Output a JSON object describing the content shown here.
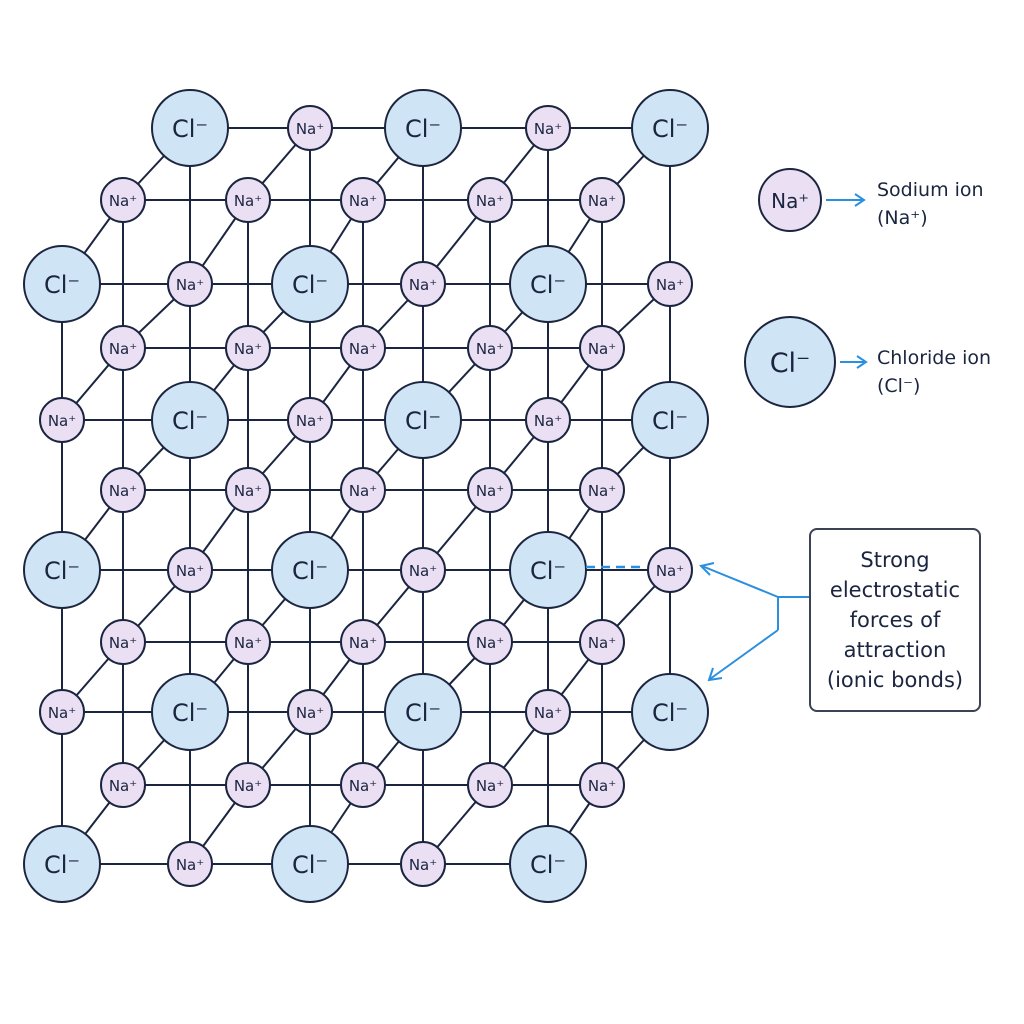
{
  "diagram": {
    "cl_label": "Cl⁻",
    "na_label": "Na⁺",
    "colors": {
      "cl_fill": "#cfe4f5",
      "na_fill": "#ebdff4",
      "stroke": "#1b2540",
      "arrow": "#2b8fe0"
    }
  },
  "legend": {
    "na_symbol": "Na⁺",
    "na_text_line1": "Sodium ion",
    "na_text_line2": "(Na⁺)",
    "cl_symbol": "Cl⁻",
    "cl_text_line1": "Chloride ion",
    "cl_text_line2": "(Cl⁻)"
  },
  "annotation": {
    "text": "Strong\nelectrostatic\nforces of\nattraction\n(ionic bonds)"
  }
}
